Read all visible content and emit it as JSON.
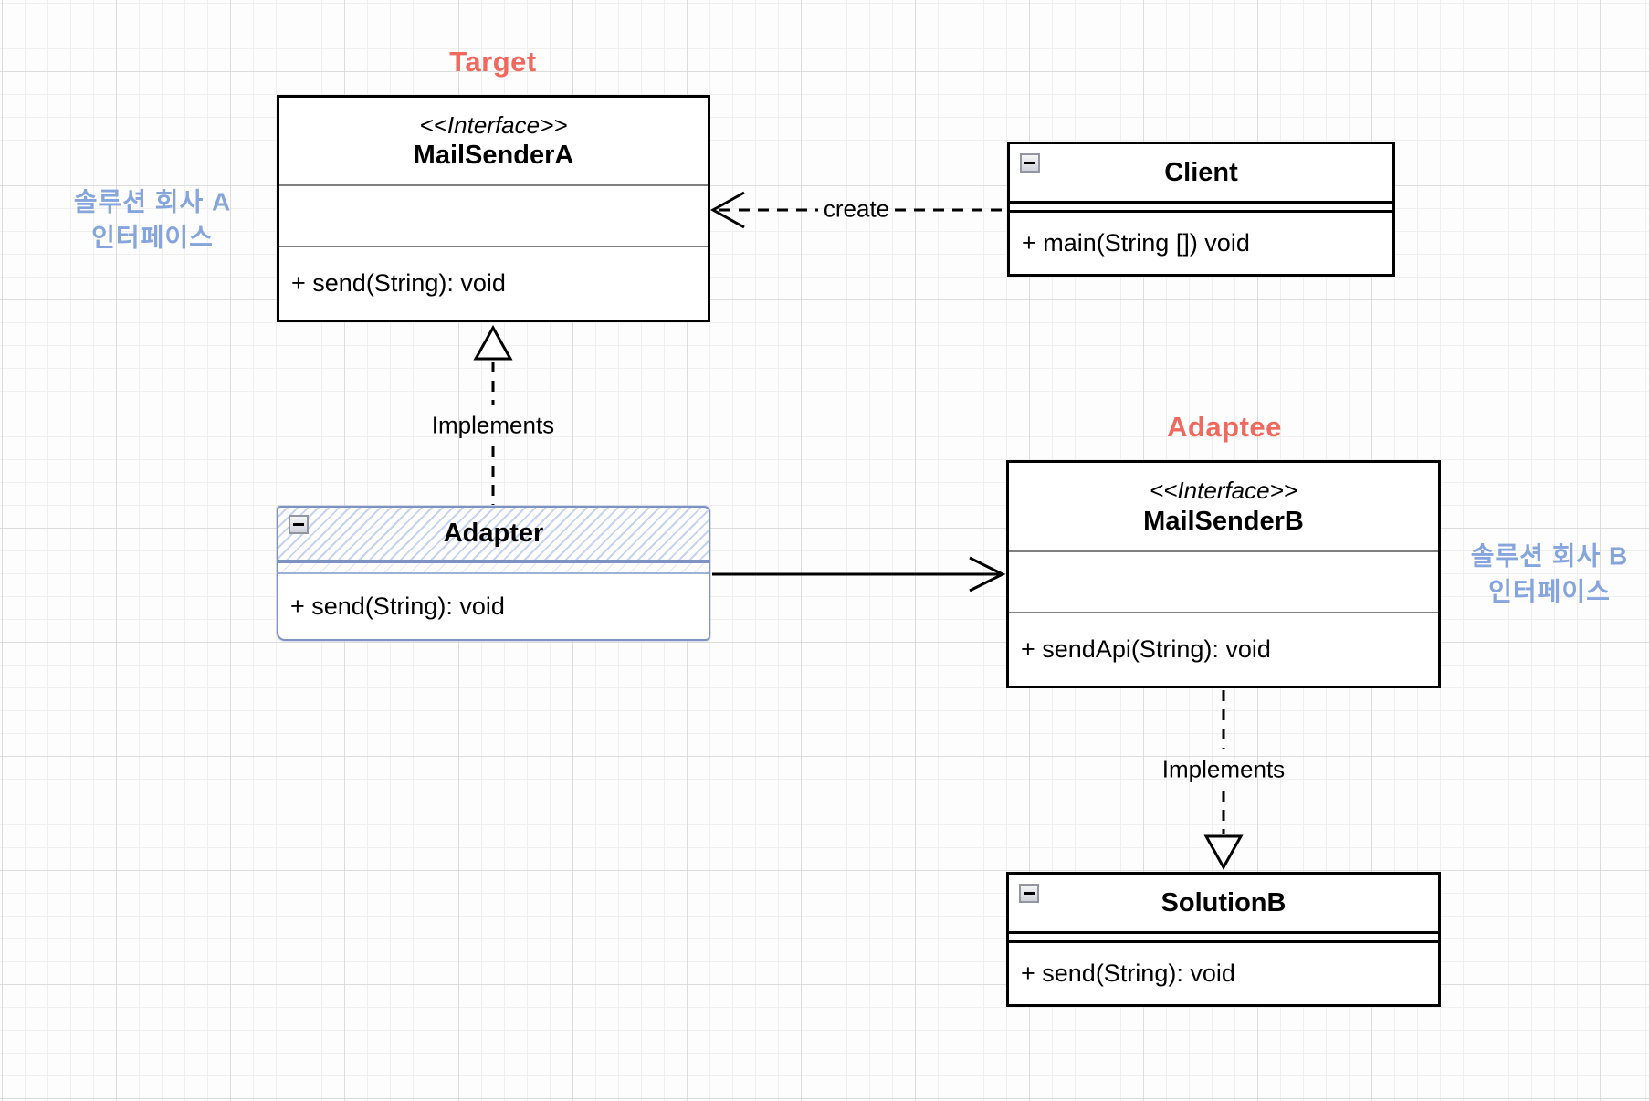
{
  "diagram_title": "Adapter pattern class diagram",
  "labels": {
    "target": "Target",
    "adaptee": "Adaptee",
    "create": "create",
    "implements_a": "Implements",
    "implements_b": "Implements"
  },
  "annotations": {
    "solution_a": {
      "line1": "솔루션 회사 A",
      "line2": "인터페이스"
    },
    "solution_b": {
      "line1": "솔루션 회사 B",
      "line2": "인터페이스"
    }
  },
  "classes": {
    "mail_sender_a": {
      "stereotype": "<<Interface>>",
      "name": "MailSenderA",
      "method": "+ send(String): void"
    },
    "client": {
      "name": "Client",
      "method": "+ main(String []) void"
    },
    "adapter": {
      "name": "Adapter",
      "method": "+ send(String): void"
    },
    "mail_sender_b": {
      "stereotype": "<<Interface>>",
      "name": "MailSenderB",
      "method": "+ sendApi(String): void"
    },
    "solution_b": {
      "name": "SolutionB",
      "method": "+ send(String): void"
    }
  },
  "colors": {
    "annotation_red": "#f0695e",
    "annotation_blue": "#85a5dc",
    "sketch_blue": "#7e93c2",
    "hatch_blue": "#c6d3ee",
    "box_border": "#000000",
    "divider_gray": "#808080",
    "background": "#fdfdfd"
  },
  "icons": {
    "collapse": "minus"
  }
}
